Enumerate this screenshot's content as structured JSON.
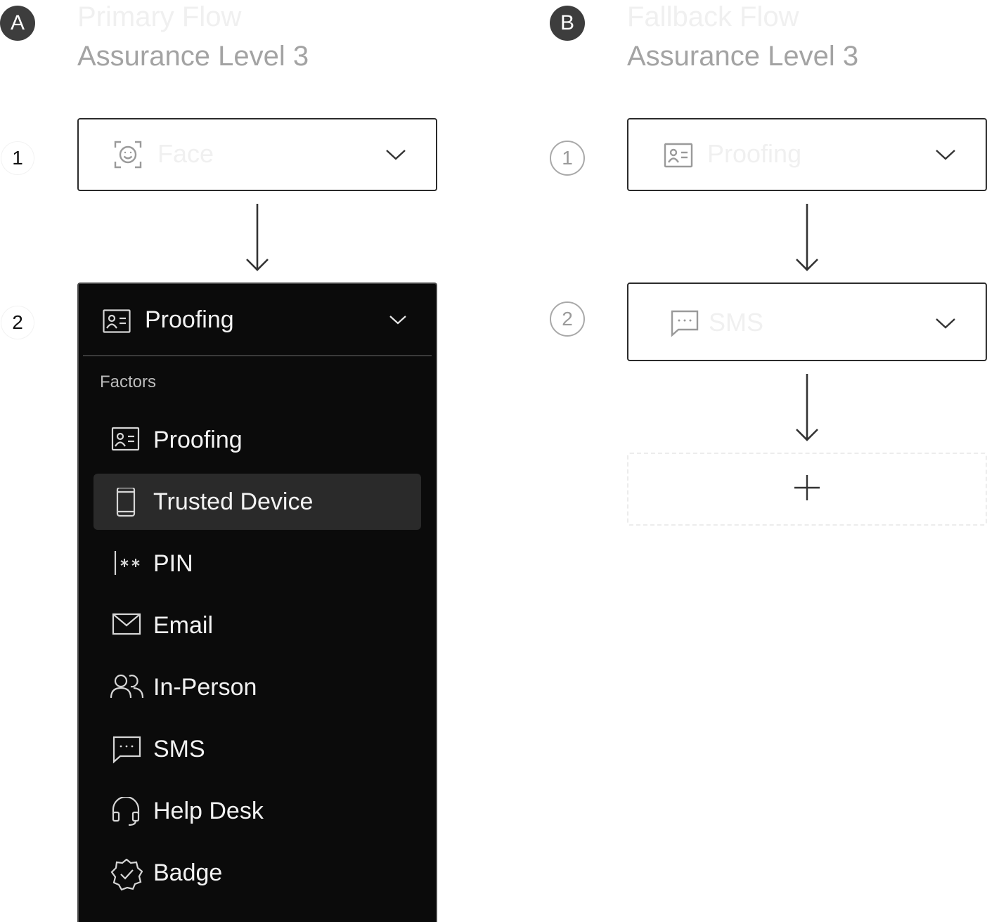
{
  "columns": [
    {
      "badge": "A",
      "title": "Primary Flow",
      "subtitle": "Assurance Level 3"
    },
    {
      "badge": "B",
      "title": "Fallback Flow",
      "subtitle": "Assurance Level 3"
    }
  ],
  "primary": {
    "steps": [
      "1",
      "2"
    ],
    "step1": {
      "icon": "face-scan-icon",
      "label": "Face"
    },
    "dropdown": {
      "selected_icon": "id-card-icon",
      "selected_label": "Proofing",
      "section_label": "Factors",
      "active_item": "Trusted Device",
      "items": [
        {
          "icon": "id-card-icon",
          "label": "Proofing"
        },
        {
          "icon": "phone-icon",
          "label": "Trusted Device"
        },
        {
          "icon": "pin-code-icon",
          "label": "PIN"
        },
        {
          "icon": "envelope-icon",
          "label": "Email"
        },
        {
          "icon": "people-icon",
          "label": "In-Person"
        },
        {
          "icon": "chat-bubble-icon",
          "label": "SMS"
        },
        {
          "icon": "headset-icon",
          "label": "Help Desk"
        },
        {
          "icon": "badge-check-icon",
          "label": "Badge"
        }
      ]
    }
  },
  "fallback": {
    "steps": [
      "1",
      "2"
    ],
    "step1": {
      "icon": "id-card-icon",
      "label": "Proofing"
    },
    "step2": {
      "icon": "chat-bubble-icon",
      "label": "SMS"
    },
    "add_icon": "plus-icon"
  }
}
